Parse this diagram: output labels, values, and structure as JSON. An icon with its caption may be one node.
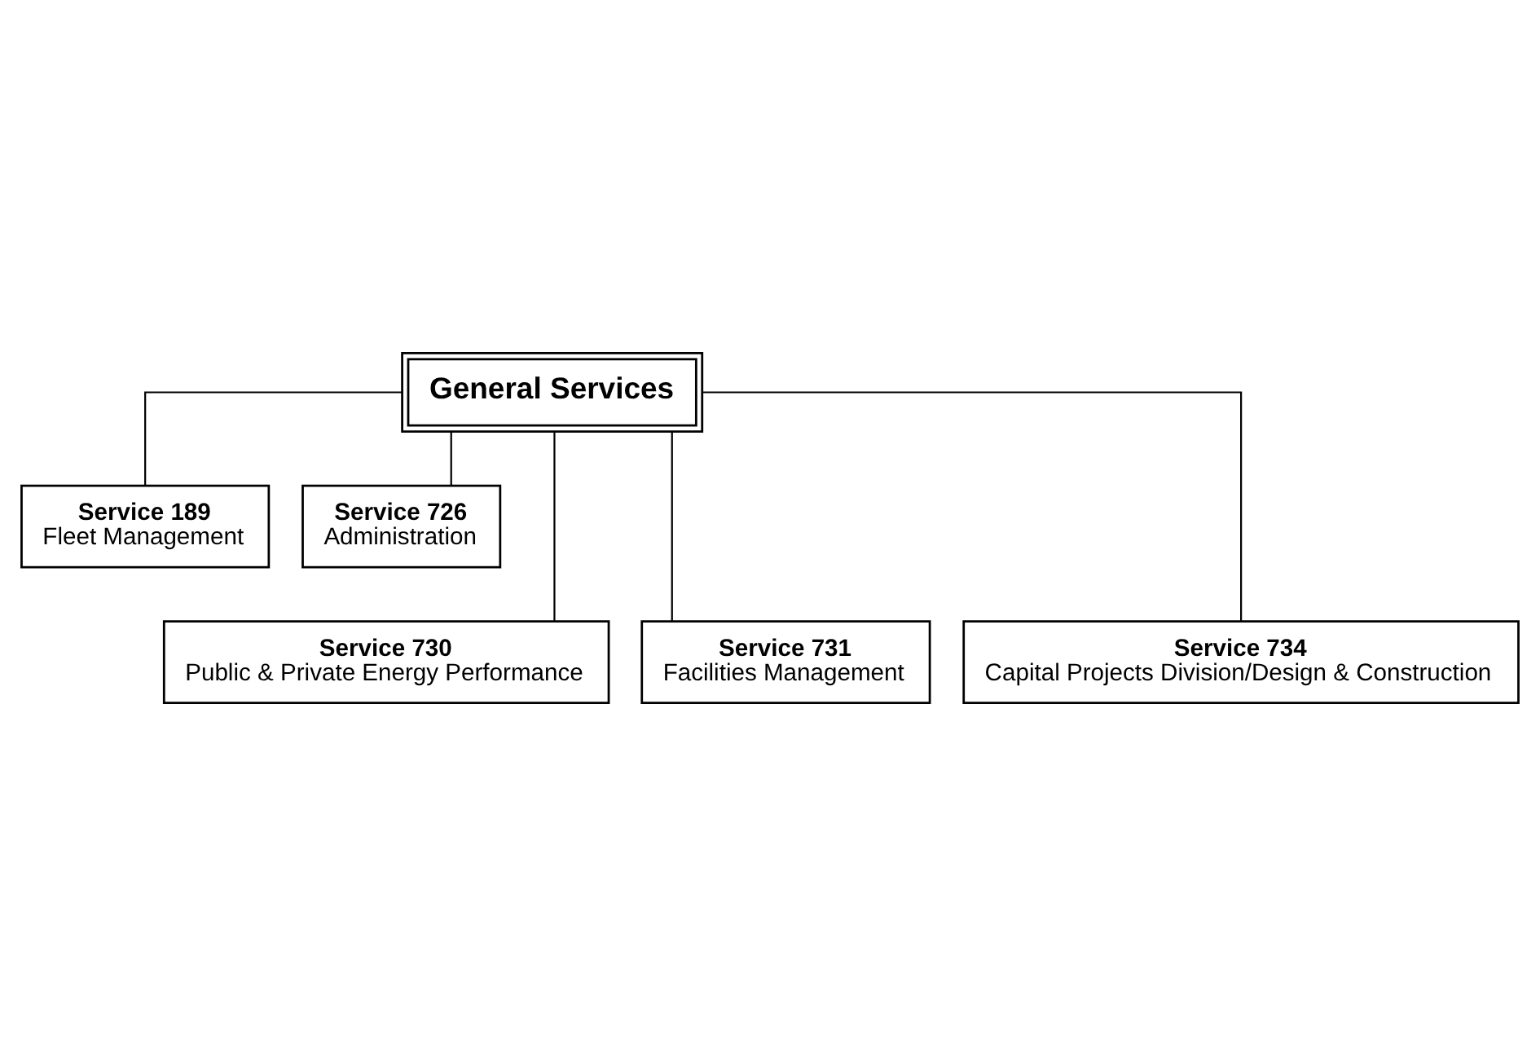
{
  "diagram": {
    "nodes": [
      {
        "text": [
          "General Services"
        ]
      },
      {
        "text": [
          "Service 189",
          "Fleet Management"
        ]
      },
      {
        "text": [
          "Service 726",
          "Administration"
        ]
      },
      {
        "text": [
          "Service 730",
          "Public & Private Energy Performance"
        ]
      },
      {
        "text": [
          "Service 731",
          "Facilities Management"
        ]
      },
      {
        "text": [
          "Service 734",
          "Capital Projects Division/Design & Construction"
        ]
      }
    ],
    "edges": [
      {
        "from": 0,
        "to": 1,
        "arrow": "none"
      },
      {
        "from": 0,
        "to": 2,
        "arrow": "none"
      },
      {
        "from": 0,
        "to": 3,
        "arrow": "none"
      },
      {
        "from": 0,
        "to": 4,
        "arrow": "none"
      },
      {
        "from": 0,
        "to": 5,
        "arrow": "none"
      }
    ]
  }
}
